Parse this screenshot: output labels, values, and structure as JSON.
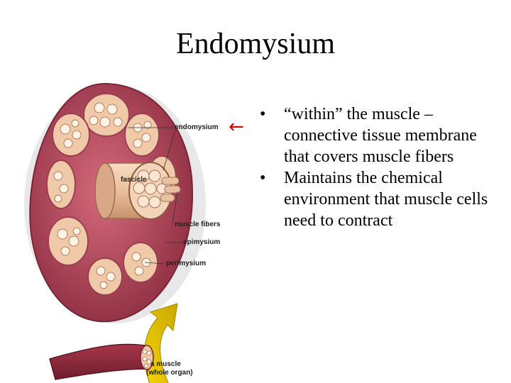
{
  "slide": {
    "title": "Endomysium"
  },
  "diagram": {
    "labels": {
      "endomysium": "endomysium",
      "fascicle": "fascicle",
      "muscle_fibers": "muscle fibers",
      "epimysium": "epimysium",
      "perimysium": "perimysium",
      "muscle_line1": "a muscle",
      "muscle_line2": "(whole organ)"
    },
    "colors": {
      "epimysium": "#b84a5e",
      "fascicle_fill": "#f0c9a8",
      "fiber_fill": "#e8c2a2",
      "arrow": "#e6c800"
    }
  },
  "pointer": {
    "color": "#e00000",
    "icon": "left-arrow-icon"
  },
  "bullets": [
    "“within” the muscle – connective tissue membrane that covers muscle fibers",
    "Maintains the chemical environment that muscle cells need to contract"
  ]
}
